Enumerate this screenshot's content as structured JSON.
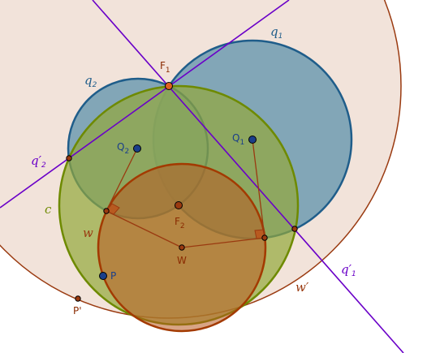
{
  "labels": {
    "q1": "q",
    "q1_sub": "1",
    "q2": "q",
    "q2_sub": "2",
    "q1_prime": "q′",
    "q1_prime_sub": "1",
    "q2_prime": "q′",
    "q2_prime_sub": "2",
    "c": "c",
    "w": "w",
    "w_prime": "w′",
    "F1": "F",
    "F1_sub": "1",
    "F2": "F",
    "F2_sub": "2",
    "Q1": "Q",
    "Q1_sub": "1",
    "Q2": "Q",
    "Q2_sub": "2",
    "W": "W",
    "P": "P",
    "P_prime": "P'"
  },
  "colors": {
    "large_circle_fill": "#f1e1d8",
    "large_circle_stroke": "#9a3a10",
    "blue_fill": "#6e9bb0",
    "blue_stroke": "#1f5d8a",
    "green_fill": "#93a83a",
    "green_stroke": "#6e8a00",
    "brown_fill": "#b85a20",
    "brown_stroke": "#a33a00",
    "line_purple": "#6a00c8",
    "point_dark_blue": "#1a3f8a",
    "point_brown": "#8a2a00",
    "label_blue": "#1f5d8a",
    "label_green": "#6e8a00",
    "label_brown": "#9a3a10",
    "label_purple": "#6a00c8"
  }
}
